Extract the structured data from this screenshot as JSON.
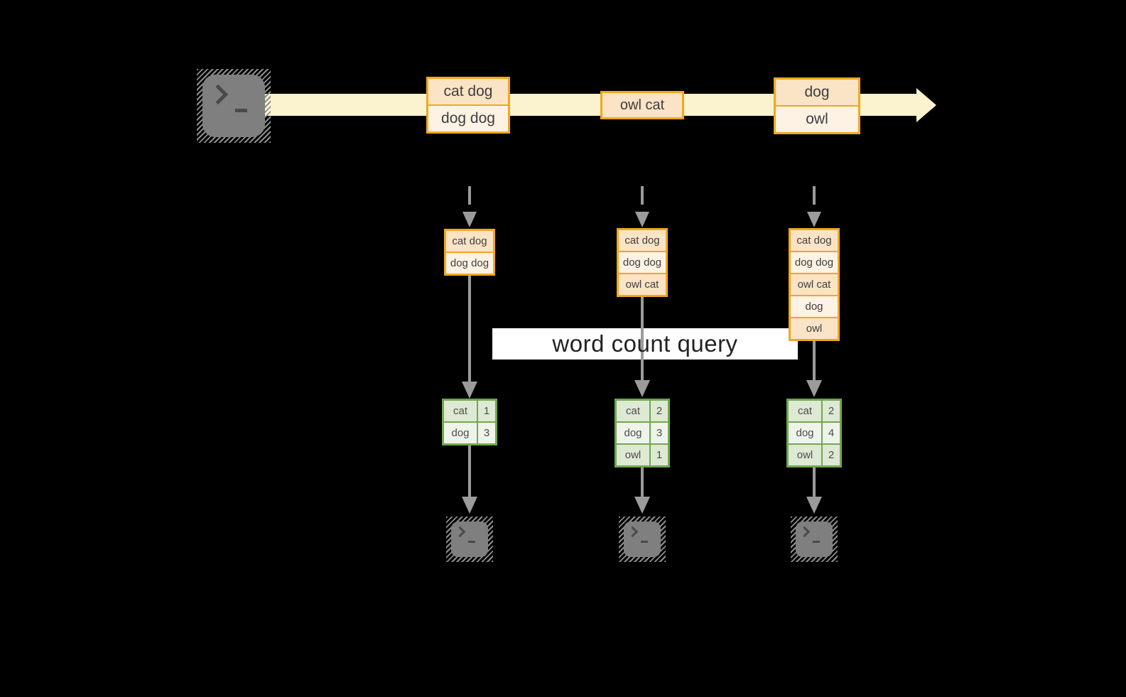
{
  "query_label": "word count query",
  "stream_boxes": [
    {
      "cells": [
        "cat dog",
        "dog dog"
      ]
    },
    {
      "cells": [
        "owl cat"
      ]
    },
    {
      "cells": [
        "dog",
        "owl"
      ]
    }
  ],
  "state_stacks": [
    {
      "cells": [
        "cat dog",
        "dog dog"
      ]
    },
    {
      "cells": [
        "cat dog",
        "dog dog",
        "owl cat"
      ]
    },
    {
      "cells": [
        "cat dog",
        "dog dog",
        "owl cat",
        "dog",
        "owl"
      ]
    }
  ],
  "result_tables": [
    {
      "rows": [
        [
          "cat",
          "1"
        ],
        [
          "dog",
          "3"
        ]
      ]
    },
    {
      "rows": [
        [
          "cat",
          "2"
        ],
        [
          "dog",
          "3"
        ],
        [
          "owl",
          "1"
        ]
      ]
    },
    {
      "rows": [
        [
          "cat",
          "2"
        ],
        [
          "dog",
          "4"
        ],
        [
          "owl",
          "2"
        ]
      ]
    }
  ],
  "icons": {
    "source": "terminal-icon",
    "sinks": [
      "terminal-icon",
      "terminal-icon",
      "terminal-icon"
    ]
  },
  "colors": {
    "gold_border": "#F0A81E",
    "cell_dark": "#FBE3C6",
    "cell_light": "#FDF2E3",
    "stream_band": "#FBF2CF",
    "green_border": "#70A84F",
    "green_dark": "#DEE9D4",
    "green_light": "#EFF4EB",
    "arrow_gray": "#9B9B9B",
    "terminal_gray": "#7F7F7F",
    "background": "#000000"
  }
}
